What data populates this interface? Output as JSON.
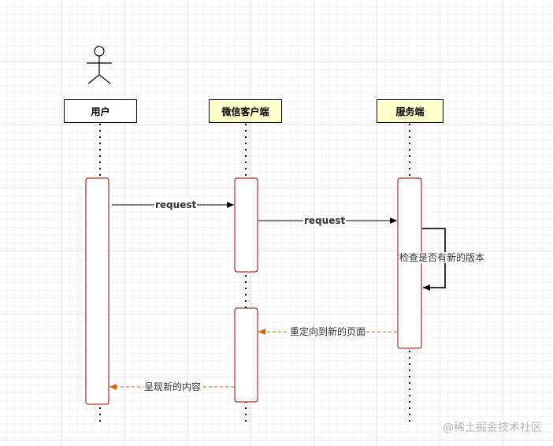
{
  "participants": [
    {
      "name": "用户"
    },
    {
      "name": "微信客户端"
    },
    {
      "name": "服务端"
    }
  ],
  "messages": [
    {
      "label": "request"
    },
    {
      "label": "request"
    },
    {
      "label": "检查是否有新的版本"
    },
    {
      "label": "重定向到新的页面"
    },
    {
      "label": "呈现新的内容"
    }
  ],
  "watermark": "@稀土掘金技术社区",
  "colors": {
    "head_user_bg": "#ffffff",
    "head_other_bg": "#ffffcc",
    "activation_border": "#990000",
    "return_arrow": "#cc6600",
    "call_arrow": "#000000"
  }
}
